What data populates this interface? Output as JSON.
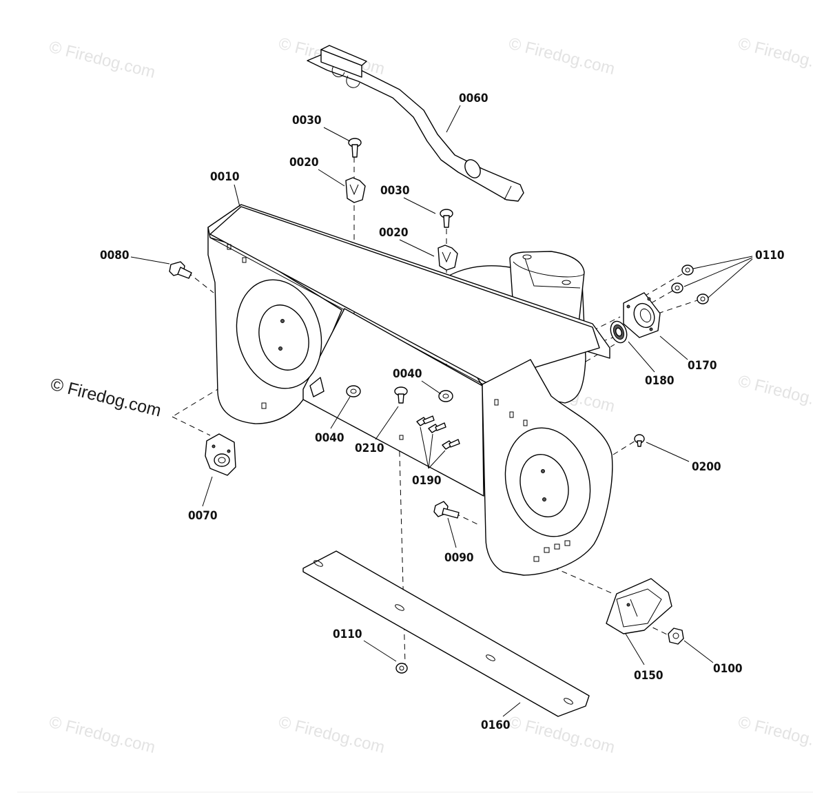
{
  "watermark_text": "© Firedog.com",
  "main_watermark_text": "© Firedog.com",
  "callouts": {
    "p0010": "0010",
    "p0020a": "0020",
    "p0020b": "0020",
    "p0030a": "0030",
    "p0030b": "0030",
    "p0040a": "0040",
    "p0040b": "0040",
    "p0060": "0060",
    "p0070": "0070",
    "p0080": "0080",
    "p0090": "0090",
    "p0100": "0100",
    "p0110a": "0110",
    "p0110b": "0110",
    "p0150": "0150",
    "p0160": "0160",
    "p0170": "0170",
    "p0180": "0180",
    "p0190": "0190",
    "p0200": "0200",
    "p0210": "0210"
  }
}
